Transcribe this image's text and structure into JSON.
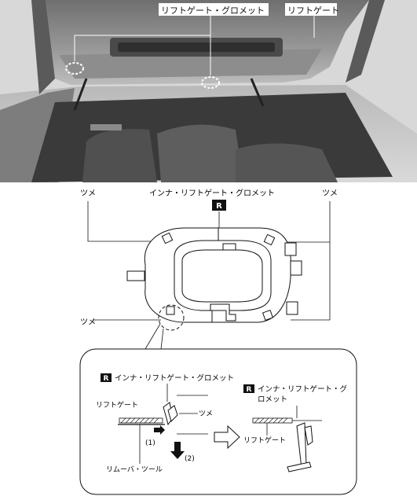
{
  "photo": {
    "label_grommet": "リフトゲート・グロメット",
    "label_liftgate": "リフトゲート"
  },
  "main": {
    "label_claw_left": "ツメ",
    "label_inner_grommet": "インナ・リフトゲート・グロメット",
    "label_claw_right": "ツメ",
    "label_claw_lower": "ツメ",
    "r_mark": "R"
  },
  "detail": {
    "left": {
      "r_mark": "R",
      "title": "インナ・リフトゲート・グロメット",
      "label_liftgate": "リフトゲート",
      "label_claw": "ツメ",
      "step1": "(1)",
      "step2": "(2)",
      "label_tool": "リムーバ・ツール"
    },
    "right": {
      "r_mark": "R",
      "title_line1": "インナ・リフトゲート・グ",
      "title_line2": "ロメット",
      "label_liftgate": "リフトゲート"
    }
  },
  "colors": {
    "photo_dark": "#2b2b2b",
    "photo_mid": "#7a7a7a",
    "photo_light": "#c9c9c9",
    "line": "#111111"
  }
}
